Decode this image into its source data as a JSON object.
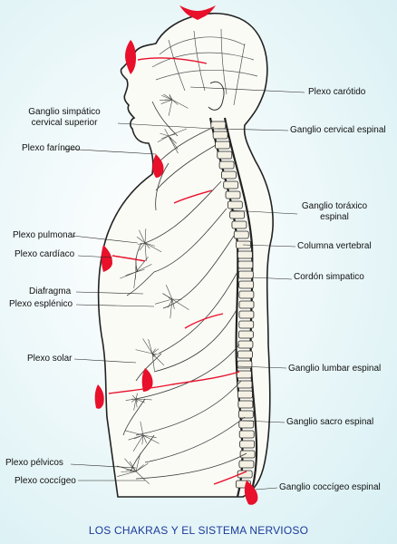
{
  "title": "LOS CHAKRAS Y EL SISTEMA NERVIOSO",
  "colors": {
    "background": "#e6f4f7",
    "outline": "#222222",
    "nerves": "#3a3a3a",
    "chakra": "#e8102a",
    "title": "#1a3a9a"
  },
  "labels": {
    "plexo_carotido": "Plexo carótido",
    "ganglio_simpatico_1": "Ganglio simpático",
    "ganglio_simpatico_2": "cervical superior",
    "ganglio_cervical_espinal": "Ganglio cervical espinal",
    "plexo_faringeo": "Plexo faríngeo",
    "ganglio_toraxico_1": "Ganglio toráxico",
    "ganglio_toraxico_2": "espinal",
    "plexo_pulmonar": "Plexo pulmonar",
    "columna_vertebral": "Columna vertebral",
    "plexo_cardiaco": "Plexo cardíaco",
    "cordon_simpatico": "Cordón simpatico",
    "diafragma": "Diafragma",
    "plexo_esplenico": "Plexo esplénico",
    "plexo_solar": "Plexo solar",
    "ganglio_lumbar_espinal": "Ganglio lumbar espinal",
    "ganglio_sacro_espinal": "Ganglio sacro espinal",
    "plexo_pelvicos": "Plexo pélvicos",
    "plexo_coccigeo": "Plexo coccígeo",
    "ganglio_coccigeo_espinal": "Ganglio coccígeo espinal"
  }
}
